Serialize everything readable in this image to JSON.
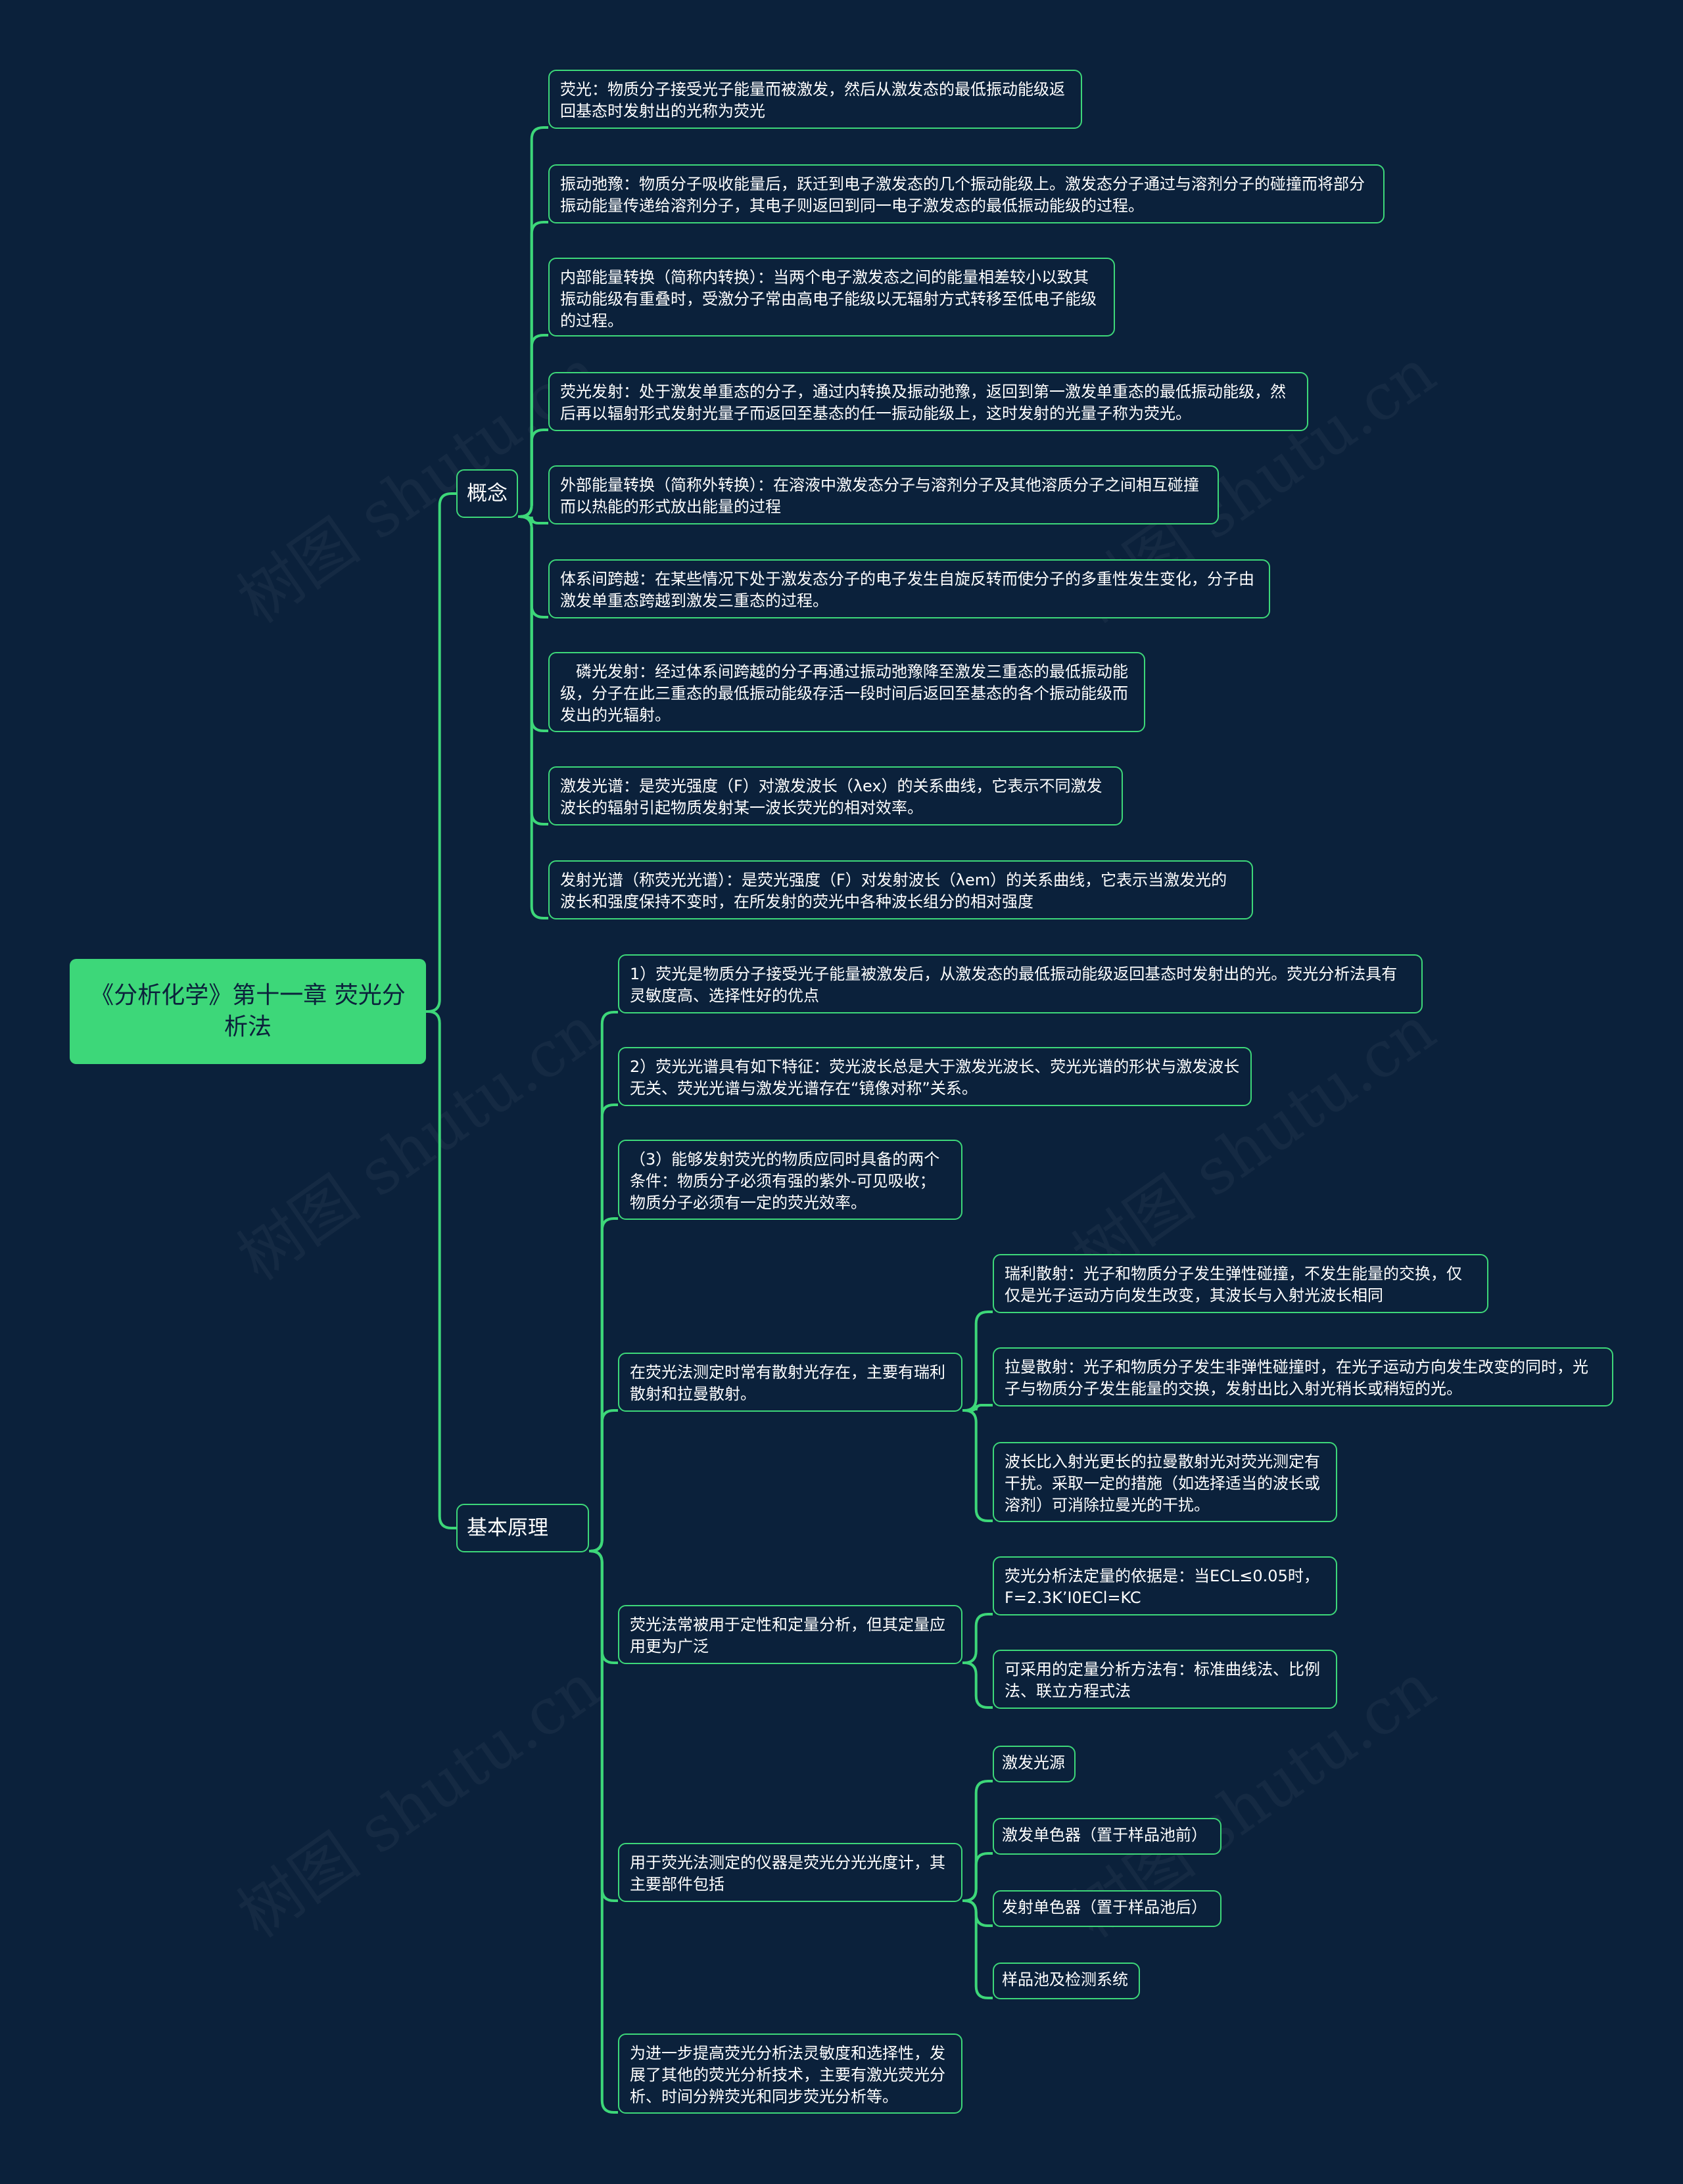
{
  "title": "《分析化学》第十一章 荧光分析法",
  "watermark": "树图 shutu.cn",
  "colors": {
    "background": "#0b213b",
    "accent": "#3dd779",
    "text": "#ffffff"
  },
  "branches": [
    {
      "label": "概念",
      "children": [
        {
          "text": "荧光：物质分子接受光子能量而被激发，然后从激发态的最低振动能级返回基态时发射出的光称为荧光"
        },
        {
          "text": "振动弛豫：物质分子吸收能量后，跃迁到电子激发态的几个振动能级上。激发态分子通过与溶剂分子的碰撞而将部分振动能量传递给溶剂分子，其电子则返回到同一电子激发态的最低振动能级的过程。"
        },
        {
          "text": "内部能量转换（简称内转换）：当两个电子激发态之间的能量相差较小以致其振动能级有重叠时，受激分子常由高电子能级以无辐射方式转移至低电子能级的过程。"
        },
        {
          "text": "荧光发射：处于激发单重态的分子，通过内转换及振动弛豫，返回到第一激发单重态的最低振动能级，然后再以辐射形式发射光量子而返回至基态的任一振动能级上，这时发射的光量子称为荧光。"
        },
        {
          "text": "外部能量转换（简称外转换）：在溶液中激发态分子与溶剂分子及其他溶质分子之间相互碰撞而以热能的形式放出能量的过程"
        },
        {
          "text": "体系间跨越：在某些情况下处于激发态分子的电子发生自旋反转而使分子的多重性发生变化，分子由激发单重态跨越到激发三重态的过程。"
        },
        {
          "text": "　磷光发射：经过体系间跨越的分子再通过振动弛豫降至激发三重态的最低振动能级，分子在此三重态的最低振动能级存活一段时间后返回至基态的各个振动能级而发出的光辐射。"
        },
        {
          "text": "激发光谱：是荧光强度（F）对激发波长（λex）的关系曲线，它表示不同激发波长的辐射引起物质发射某一波长荧光的相对效率。"
        },
        {
          "text": "发射光谱（称荧光光谱）：是荧光强度（F）对发射波长（λem）的关系曲线，它表示当激发光的波长和强度保持不变时，在所发射的荧光中各种波长组分的相对强度"
        }
      ]
    },
    {
      "label": "基本原理",
      "children": [
        {
          "text": "1）荧光是物质分子接受光子能量被激发后，从激发态的最低振动能级返回基态时发射出的光。荧光分析法具有灵敏度高、选择性好的优点"
        },
        {
          "text": "2）荧光光谱具有如下特征：荧光波长总是大于激发光波长、荧光光谱的形状与激发波长无关、荧光光谱与激发光谱存在“镜像对称”关系。"
        },
        {
          "text": "（3）能够发射荧光的物质应同时具备的两个条件：物质分子必须有强的紫外-可见吸收；物质分子必须有一定的荧光效率。"
        },
        {
          "text": "在荧光法测定时常有散射光存在，主要有瑞利散射和拉曼散射。",
          "children": [
            {
              "text": "瑞利散射：光子和物质分子发生弹性碰撞，不发生能量的交换，仅仅是光子运动方向发生改变，其波长与入射光波长相同"
            },
            {
              "text": "拉曼散射：光子和物质分子发生非弹性碰撞时，在光子运动方向发生改变的同时，光子与物质分子发生能量的交换，发射出比入射光稍长或稍短的光。"
            },
            {
              "text": "波长比入射光更长的拉曼散射光对荧光测定有干扰。采取一定的措施（如选择适当的波长或溶剂）可消除拉曼光的干扰。"
            }
          ]
        },
        {
          "text": "荧光法常被用于定性和定量分析，但其定量应用更为广泛",
          "children": [
            {
              "text": "荧光分析法定量的依据是：当ECL≤0.05时，F=2.3K’I0ECl=KC"
            },
            {
              "text": "可采用的定量分析方法有：标准曲线法、比例法、联立方程式法"
            }
          ]
        },
        {
          "text": "用于荧光法测定的仪器是荧光分光光度计，其主要部件包括",
          "children": [
            {
              "text": "激发光源"
            },
            {
              "text": "激发单色器（置于样品池前）"
            },
            {
              "text": "发射单色器（置于样品池后）"
            },
            {
              "text": "样品池及检测系统"
            }
          ]
        },
        {
          "text": "为进一步提高荧光分析法灵敏度和选择性，发展了其他的荧光分析技术，主要有激光荧光分析、时间分辨荧光和同步荧光分析等。"
        }
      ]
    }
  ]
}
